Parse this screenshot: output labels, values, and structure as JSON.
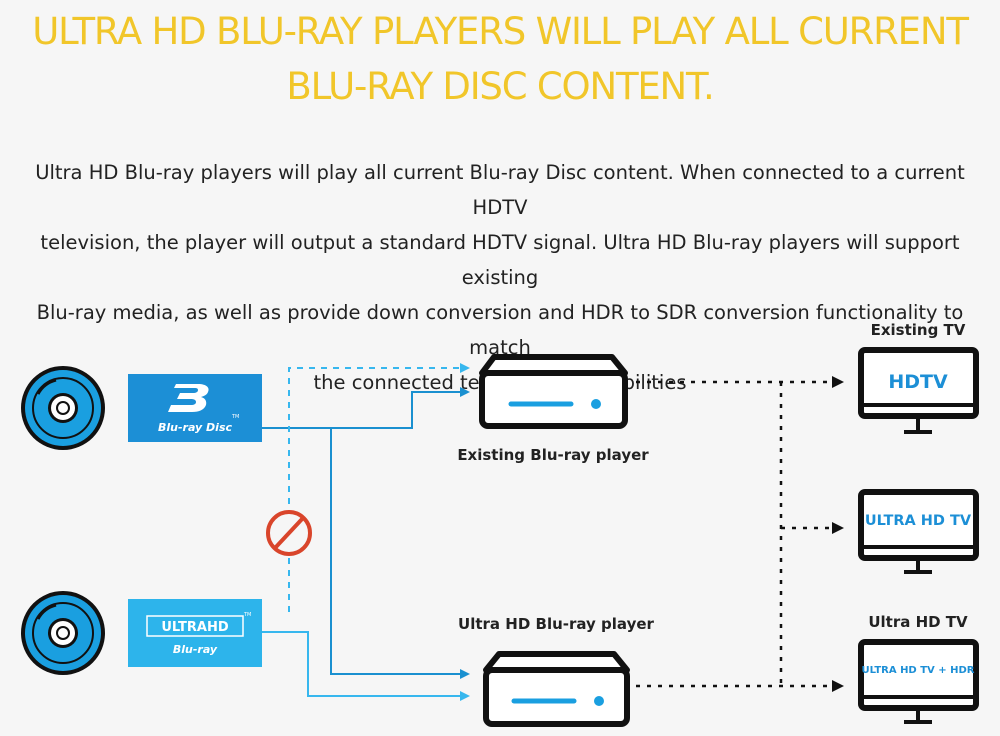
{
  "headline": {
    "line1": "ULTRA HD BLU-RAY PLAYERS WILL PLAY ALL CURRENT",
    "line2": "BLU-RAY DISC CONTENT."
  },
  "intro": {
    "lines": [
      "Ultra HD Blu-ray players will play all current Blu-ray Disc content. When connected to a current HDTV",
      "television, the player will output a standard HDTV signal. Ultra HD Blu-ray players will support existing",
      "Blu-ray media, as well as provide down conversion and HDR to SDR conversion functionality to match",
      "the connected television's capabilities"
    ]
  },
  "diagram": {
    "bluray_logo": {
      "line1": "Blu-ray Disc",
      "tm": "TM"
    },
    "uhd_logo": {
      "badge": "ULTRAHD",
      "tm": "TM",
      "sub": "Blu-ray"
    },
    "players": {
      "existing_label": "Existing Blu-ray player",
      "uhd_label": "Ultra HD Blu-ray player"
    },
    "tvs": {
      "existing_heading": "Existing TV",
      "hdtv": "HDTV",
      "ultra_hd_tv": "ULTRA HD TV",
      "uhd_heading": "Ultra HD TV",
      "ultra_hd_tv_hdr": "ULTRA HD TV + HDR"
    },
    "colors": {
      "headline": "#f1c62a",
      "disc_blue": "#1a9fe0",
      "logo_blue": "#1c8fd6",
      "uhd_logo_blue": "#2db4eb",
      "line_blue": "#1a90d0",
      "light_blue": "#37b7ee",
      "prohibit_red": "#d9452b",
      "tv_text_blue": "#1c8fd6"
    }
  }
}
